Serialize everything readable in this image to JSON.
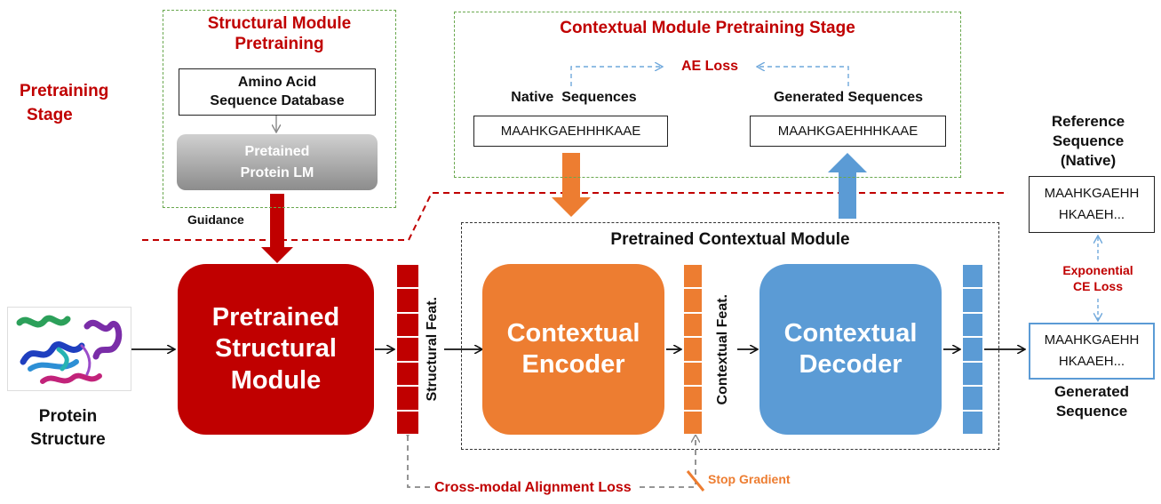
{
  "pretraining_stage": {
    "line1": "Pretraining",
    "line2": "Stage"
  },
  "structural_pretraining": {
    "title_line1": "Structural Module",
    "title_line2": "Pretraining",
    "database_line1": "Amino Acid",
    "database_line2": "Sequence Database",
    "lm_line1": "Pretained",
    "lm_line2": "Protein LM",
    "guidance": "Guidance"
  },
  "contextual_pretraining": {
    "title": "Contextual Module Pretraining Stage",
    "ae_loss": "AE Loss",
    "native_label": "Native  Sequences",
    "native_seq": "MAAHKGAEHHHKAAE",
    "generated_label": "Generated Sequences",
    "generated_seq": "MAAHKGAEHHHKAAE"
  },
  "pipeline": {
    "protein_line1": "Protein",
    "protein_line2": "Structure",
    "structural_module_line1": "Pretrained",
    "structural_module_line2": "Structural",
    "structural_module_line3": "Module",
    "structural_feat": "Structural Feat.",
    "contextual_module_title": "Pretrained Contextual Module",
    "encoder_line1": "Contextual",
    "encoder_line2": "Encoder",
    "contextual_feat": "Contextual Feat.",
    "decoder_line1": "Contextual",
    "decoder_line2": "Decoder"
  },
  "outputs": {
    "reference_line1": "Reference",
    "reference_line2": "Sequence",
    "reference_line3": "(Native)",
    "reference_seq_line1": "MAAHKGAEHH",
    "reference_seq_line2": "HKAAEH...",
    "loss_line1": "Exponential",
    "loss_line2": "CE Loss",
    "generated_seq_line1": "MAAHKGAEHH",
    "generated_seq_line2": "HKAAEH...",
    "generated_line1": "Generated",
    "generated_line2": "Sequence"
  },
  "losses": {
    "cross_modal": "Cross-modal Alignment Loss",
    "stop_gradient": "Stop Gradient"
  },
  "colors": {
    "dark_red": "#c00000",
    "orange": "#ed7d31",
    "blue": "#5b9bd5",
    "grey": "#9a9a9a",
    "green_dash": "#6aa84f"
  }
}
